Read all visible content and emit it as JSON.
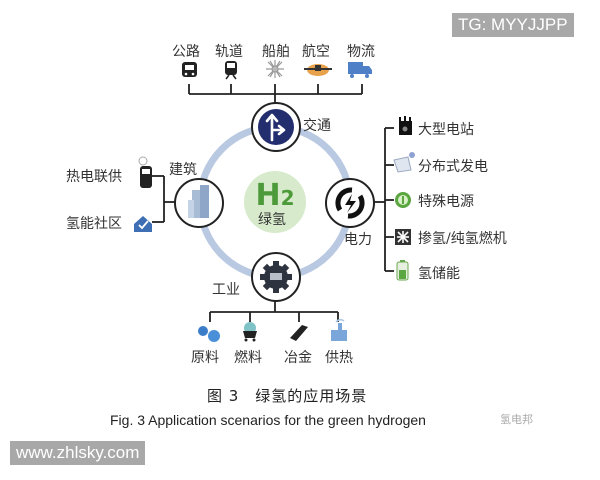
{
  "watermarks": {
    "top_right": "TG: MYYJJPP",
    "bottom_left": "www.zhlsky.com",
    "wechat_source": "氢电邦"
  },
  "center": {
    "symbol": "H2",
    "label": "绿氢"
  },
  "hubs": {
    "transport": {
      "label": "交通",
      "icon": "direction-arrows-icon",
      "items": [
        {
          "label": "公路",
          "icon": "bus-icon"
        },
        {
          "label": "轨道",
          "icon": "train-icon"
        },
        {
          "label": "船舶",
          "icon": "ship-icon"
        },
        {
          "label": "航空",
          "icon": "airplane-icon"
        },
        {
          "label": "物流",
          "icon": "truck-icon"
        }
      ]
    },
    "power": {
      "label": "电力",
      "icon": "power-cycle-icon",
      "items": [
        {
          "label": "大型电站",
          "icon": "power-station-icon"
        },
        {
          "label": "分布式发电",
          "icon": "solar-panel-icon"
        },
        {
          "label": "特殊电源",
          "icon": "special-power-icon"
        },
        {
          "label": "掺氢/纯氢燃机",
          "icon": "turbine-icon"
        },
        {
          "label": "氢储能",
          "icon": "battery-icon"
        }
      ]
    },
    "building": {
      "label": "建筑",
      "icon": "building-icon",
      "items": [
        {
          "label": "热电联供",
          "icon": "chp-unit-icon"
        },
        {
          "label": "氢能社区",
          "icon": "community-house-icon"
        }
      ]
    },
    "industry": {
      "label": "工业",
      "icon": "gear-icon",
      "items": [
        {
          "label": "原料",
          "icon": "molecules-icon"
        },
        {
          "label": "燃料",
          "icon": "coal-cart-icon"
        },
        {
          "label": "冶金",
          "icon": "steel-bar-icon"
        },
        {
          "label": "供热",
          "icon": "factory-icon"
        }
      ]
    }
  },
  "caption": {
    "cn": "图 3　绿氢的应用场景",
    "en": "Fig. 3   Application scenarios for the green hydrogen"
  },
  "colors": {
    "ring": "#b9c9e2",
    "center_disc": "#d7ebcc",
    "h2_green": "#4c9a3a",
    "transport_blue": "#232e6e",
    "truck_blue": "#4f7fc6",
    "line": "#222222"
  }
}
